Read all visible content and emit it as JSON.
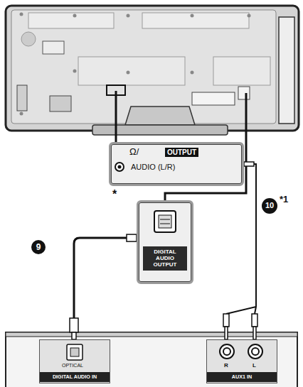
{
  "diagram": {
    "nodes": [
      {
        "text": [
          "Ω/",
          "OUTPUT",
          "AUDIO (L/R)"
        ]
      },
      {
        "text": [
          "DIGITAL AUDIO OUTPUT"
        ]
      },
      {
        "text": [
          "OPTICAL",
          "DIGITAL AUDIO IN"
        ]
      },
      {
        "text": [
          "R",
          "L",
          "AUX1 IN"
        ]
      }
    ],
    "edges": [
      {
        "from": 1,
        "to": 2,
        "arrow": "none"
      },
      {
        "from": 0,
        "to": 3,
        "arrow": "none"
      }
    ],
    "labels": [
      "*",
      "9",
      "10",
      "*1"
    ]
  }
}
